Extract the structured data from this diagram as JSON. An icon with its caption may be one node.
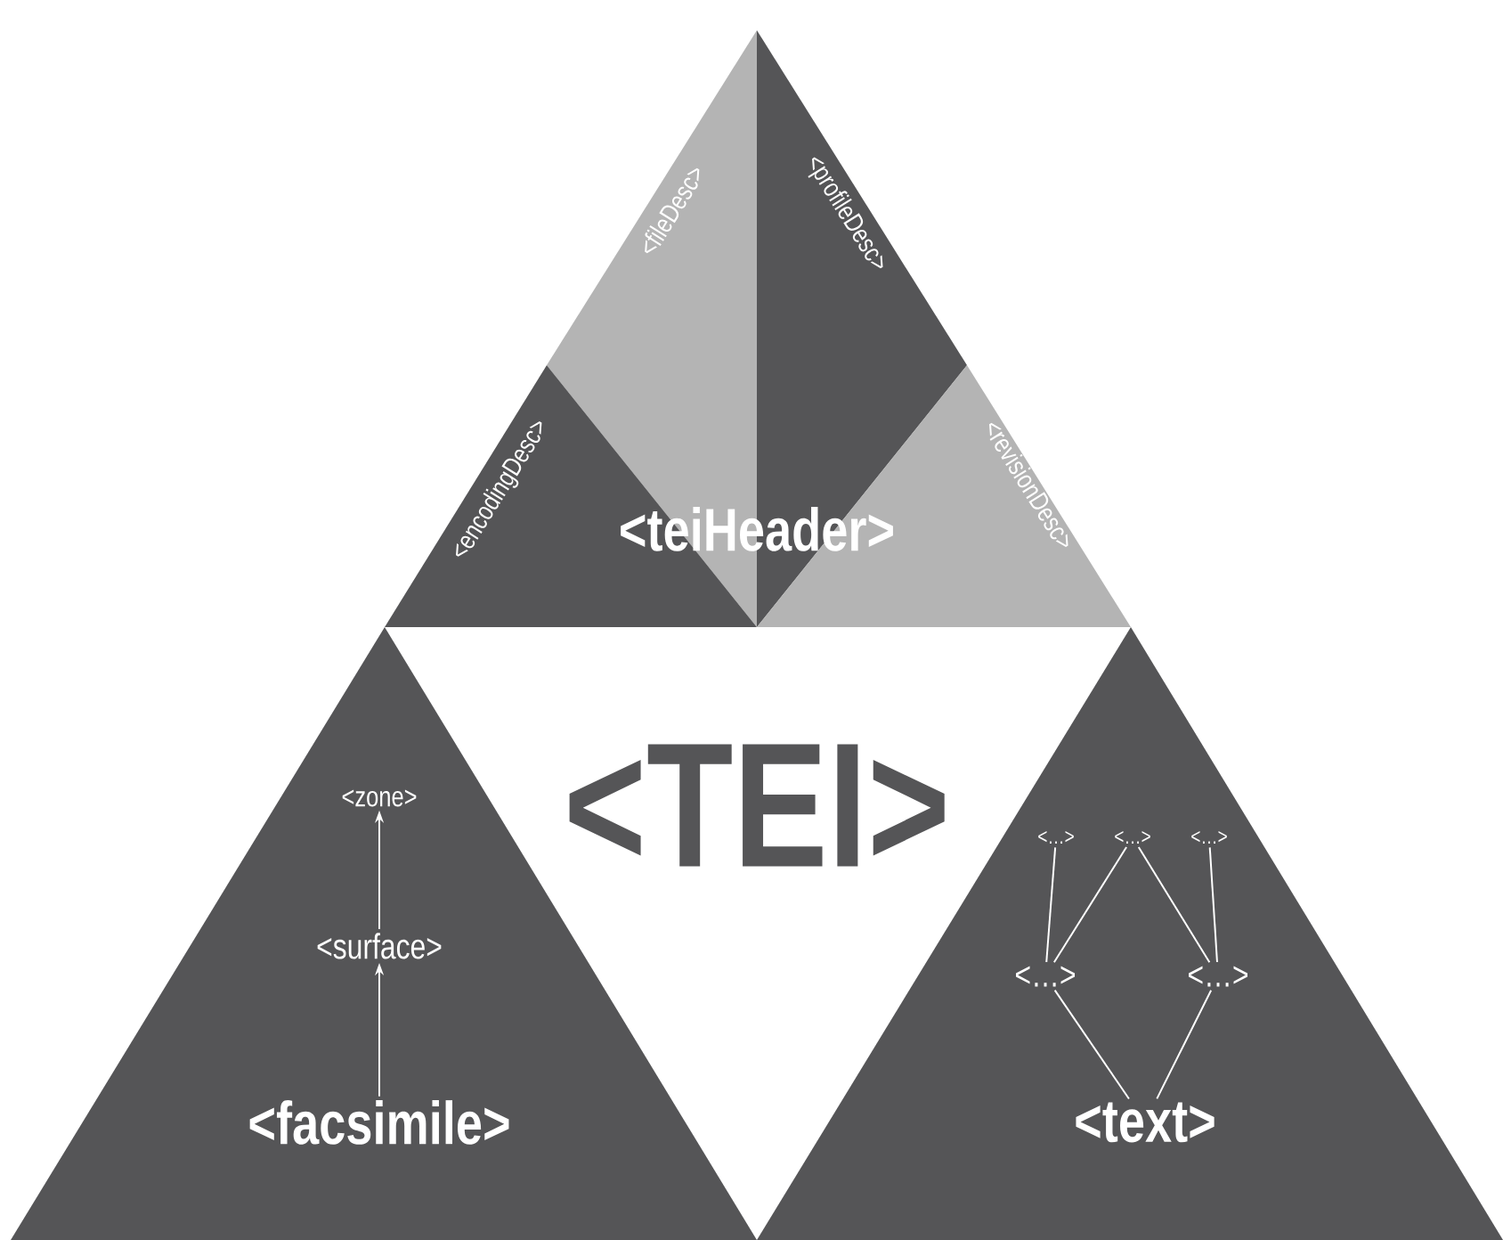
{
  "diagram": {
    "nodes": [
      {
        "text": [
          "<fileDesc>"
        ]
      },
      {
        "text": [
          "<profileDesc>"
        ]
      },
      {
        "text": [
          "<encodingDesc>"
        ]
      },
      {
        "text": [
          "<revisionDesc>"
        ]
      },
      {
        "text": [
          "<facsimile>"
        ]
      },
      {
        "text": [
          "<zone>"
        ]
      },
      {
        "text": [
          "<surface>"
        ]
      },
      {
        "text": [
          "<text>"
        ]
      },
      {
        "text": [
          "<…>"
        ]
      },
      {
        "text": [
          "<…>"
        ]
      },
      {
        "text": [
          "<…>"
        ]
      },
      {
        "text": [
          "<…>"
        ]
      },
      {
        "text": [
          "<…>"
        ]
      }
    ],
    "edges": [
      {
        "from": 4,
        "to": 6,
        "arrow": "to"
      },
      {
        "from": 6,
        "to": 5,
        "arrow": "to"
      },
      {
        "from": 11,
        "to": 8,
        "arrow": "none"
      },
      {
        "from": 11,
        "to": 9,
        "arrow": "none"
      },
      {
        "from": 12,
        "to": 9,
        "arrow": "none"
      },
      {
        "from": 12,
        "to": 10,
        "arrow": "none"
      },
      {
        "from": 7,
        "to": 11,
        "arrow": "none"
      },
      {
        "from": 7,
        "to": 12,
        "arrow": "none"
      }
    ],
    "labels": [
      "<teiHeader>",
      "<TEI>"
    ]
  }
}
